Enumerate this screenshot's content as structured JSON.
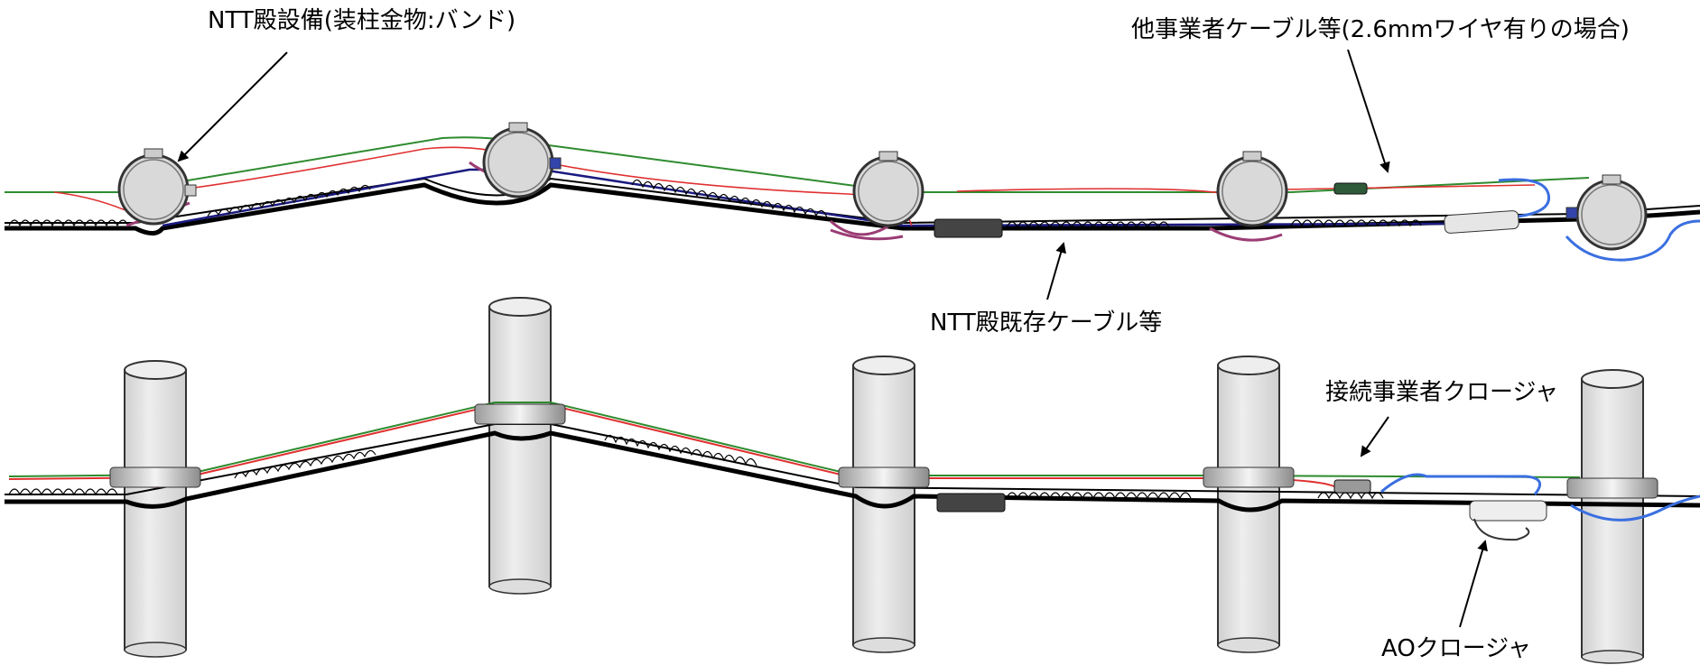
{
  "labels": {
    "ntt_band": "NTT殿設備(装柱金物:バンド)",
    "other_cable": "他事業者ケーブル等(2.6mmワイヤ有りの場合)",
    "ntt_existing": "NTT殿既存ケーブル等",
    "closure": "接続事業者クロージャ",
    "ao_closure": "AOクロージャ"
  },
  "colors": {
    "ntt_wire": "#000000",
    "existing_cable": "#1a1a80",
    "other_cable_green": "#2e8b2e",
    "drop_red": "#e03030",
    "drop_purple": "#9b3c74",
    "ao_blue": "#3a6fe0",
    "pole_fill": "#e3e3e3"
  }
}
